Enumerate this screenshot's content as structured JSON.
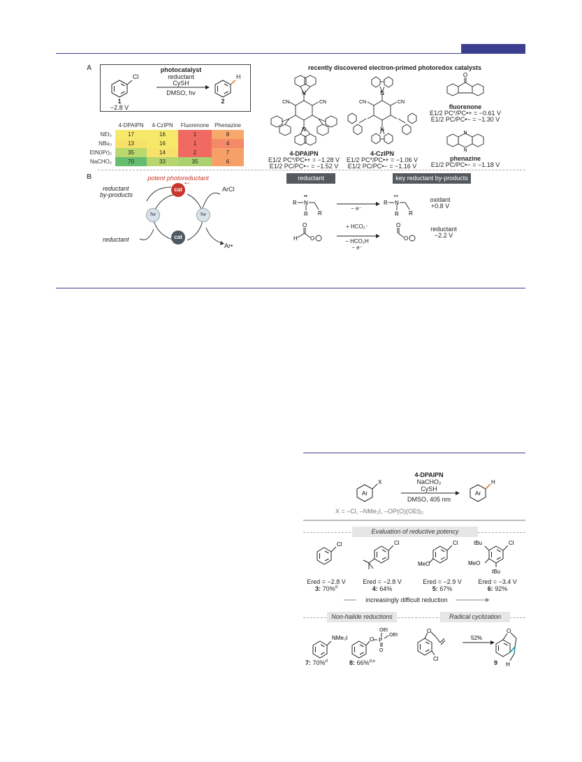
{
  "panel_a": {
    "label": "A",
    "reaction": {
      "catalyst": "photocatalyst",
      "line2": "reductant",
      "line3": "CySH",
      "conditions": "DMSO, hv",
      "sub_atom": "Cl",
      "prod_atom": "H",
      "cmpd1": "1",
      "cmpd1_pot": "−2.8 V",
      "cmpd2": "2"
    },
    "table": {
      "columns": [
        "4-DPAIPN",
        "4-CzIPN",
        "Fluorenone",
        "Phenazine"
      ],
      "rows": [
        {
          "label": "NEt₃",
          "values": [
            "17",
            "16",
            "1",
            "8"
          ]
        },
        {
          "label": "NBu₃",
          "values": [
            "13",
            "16",
            "1",
            "4"
          ]
        },
        {
          "label": "EtN(iPr)₂",
          "values": [
            "35",
            "14",
            "2",
            "7"
          ]
        },
        {
          "label": "NaCHO₂",
          "values": [
            "70",
            "33",
            "35",
            "6"
          ]
        }
      ],
      "colors": [
        [
          "#f6e96a",
          "#f6e96a",
          "#f06a62",
          "#f7a86a"
        ],
        [
          "#f7e16a",
          "#f6e96a",
          "#f06a62",
          "#f58a66"
        ],
        [
          "#b9d86e",
          "#f7e16a",
          "#f06a62",
          "#f6a068"
        ],
        [
          "#66bd70",
          "#b8d66e",
          "#a9d16f",
          "#f6a068"
        ]
      ]
    },
    "catalysts_title": "recently discovered electron-primed photoredox catalysts",
    "dpaipn": {
      "name": "4-DPAIPN",
      "e1": "E1/2 PC*/PC•+ = −1.28 V",
      "e2": "E1/2 PC/PC•− = −1.52 V",
      "cn": "CN"
    },
    "czipn": {
      "name": "4-CzIPN",
      "e1": "E1/2 PC*/PC•+ = −1.06 V",
      "e2": "E1/2 PC/PC•− = −1.16 V",
      "cn": "CN"
    },
    "fluorenone": {
      "name": "fluorenone",
      "o": "O",
      "e1": "E1/2 PC*/PC•+ = −0.61 V",
      "e2": "E1/2 PC/PC•− = −1.30 V"
    },
    "phenazine": {
      "name": "phenazine",
      "n": "N",
      "e1": "E1/2 PC/PC•− = −1.18 V"
    }
  },
  "panel_b": {
    "label": "B",
    "cycle": {
      "title": "potent photoreductant",
      "cat": "cat",
      "charge": "•−",
      "hv": "hν",
      "arcl": "ArCl",
      "ar": "Ar•",
      "byproducts1": "reductant",
      "byproducts2": "by-products",
      "reductant": "reductant"
    },
    "tag_reductant": "reductant",
    "tag_byproducts": "key reductant by-products",
    "amine_arrow": "− e⁻",
    "amine_note1": "oxidant",
    "amine_note2": "+0.8 V",
    "formate_top": "+ HCO₂⁻",
    "formate_bot1": "− HCO₂H",
    "formate_bot2": "− e⁻",
    "formate_note1": "reductant",
    "formate_note2": "−2.2 V",
    "r": "R",
    "n": "N",
    "h": "H",
    "o": "O",
    "dots": "••",
    "radplus": "+•"
  },
  "scheme2": {
    "catalyst": "4-DPAIPN",
    "line2": "NaCHO₂",
    "line3": "CySH",
    "conditions": "DMSO, 405 nm",
    "ar": "Ar",
    "x": "X",
    "h": "H",
    "x_def": "X = –Cl, –NMe₃I, –OP(O)(OEt)₂",
    "section1": "Evaluation of reductive potency",
    "section2": "Non-halide reductions",
    "section3": "Radical cyclization",
    "trend": "increasingly difficult reduction",
    "cl": "Cl",
    "meo": "MeO",
    "tbu": "tBu",
    "nme3i": "NMe₃I",
    "oet": "OEt",
    "p": "P",
    "o": "O",
    "cyc_yield": "52%",
    "compounds": [
      {
        "e": "Ered = −2.8 V",
        "num": "3:",
        "yield": "70%",
        "sup": "d"
      },
      {
        "e": "Ered = −2.8 V",
        "num": "4:",
        "yield": "64%",
        "sup": ""
      },
      {
        "e": "Ered = −2.9 V",
        "num": "5:",
        "yield": "67%",
        "sup": ""
      },
      {
        "e": "Ered = −3.4 V",
        "num": "6:",
        "yield": "92%",
        "sup": ""
      },
      {
        "num": "7:",
        "yield": "70%",
        "sup": "d"
      },
      {
        "num": "8:",
        "yield": "66%",
        "sup": "d,e"
      },
      {
        "num": "9"
      }
    ]
  },
  "colors": {
    "accent": "#3c3f8f",
    "cat_red": "#c9362b",
    "cat_gray": "#4f5961",
    "hv_fill": "#d9e1ea",
    "bond_orange": "#e07a2e",
    "bond_teal": "#2a8fa0"
  }
}
